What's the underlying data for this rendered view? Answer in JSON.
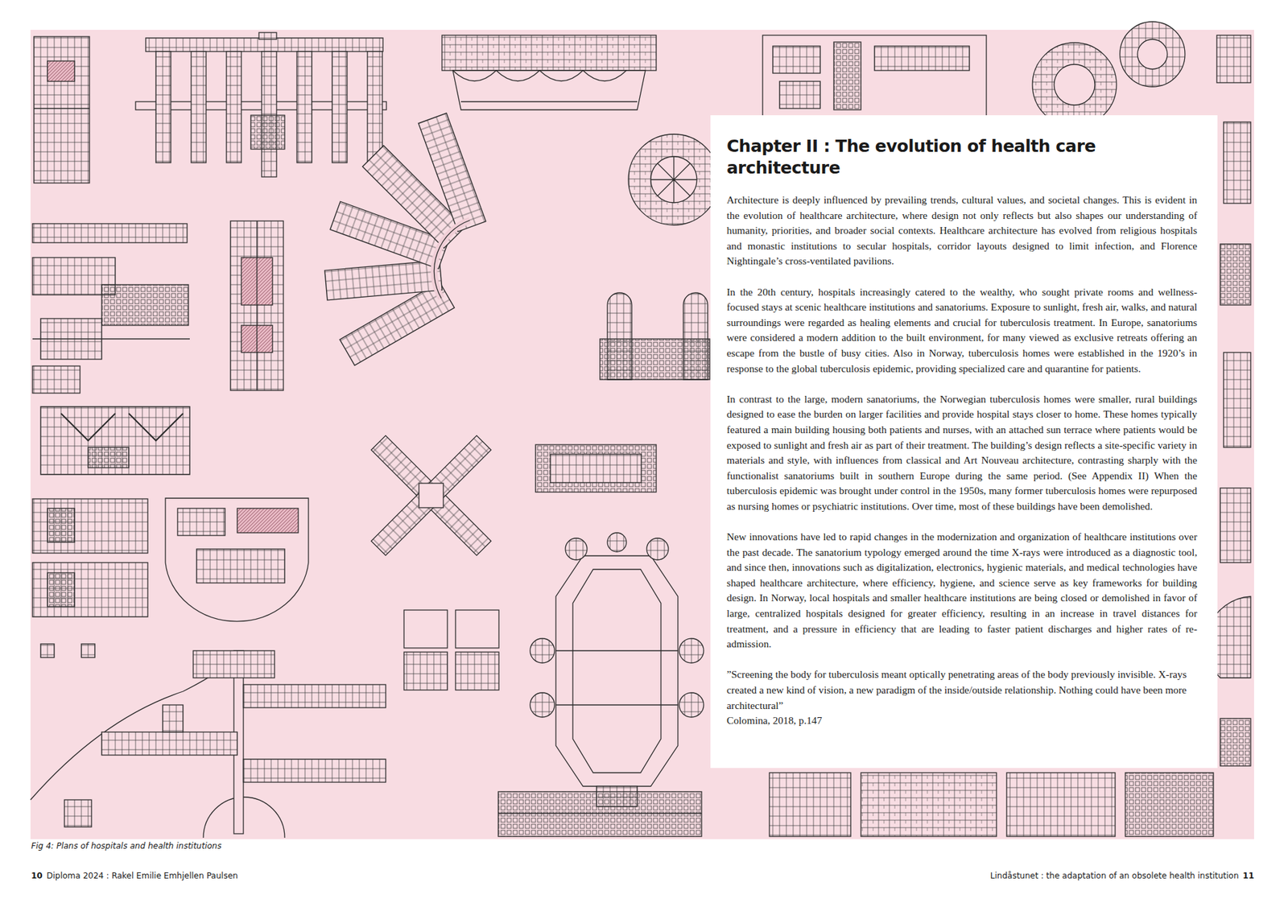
{
  "diagram": {
    "title": "Chapter II : The evolution of health care architecture",
    "caption": "Fig 4: Plans of hospitals and health institutions",
    "nodes": [
      {
        "text": [
          "Architecture is deeply influenced by prevailing trends, cultural values, and societal changes. This is evident in the evolution of healthcare architecture, where design not only reflects but also shapes our understanding of humanity, priorities, and broader social contexts. Healthcare architecture has evolved from religious hospitals and monastic institutions to secular hospitals, corridor layouts designed to limit infection, and Florence Nightingale’s cross-ventilated pavilions.",
          "In the 20th century, hospitals increasingly catered to the wealthy, who sought private rooms and wellness-focused stays at scenic healthcare institutions and sanatoriums. Exposure to sunlight, fresh air, walks, and natural surroundings were regarded as healing elements and crucial for tuberculosis treatment. In Europe, sanatoriums were considered a modern addition to the built environment, for many viewed as exclusive retreats offering an escape from the bustle of busy cities. Also in Norway, tuberculosis homes were established in the 1920’s in response to the global tuberculosis epidemic, providing specialized care and quarantine for patients.",
          "In contrast to the large, modern sanatoriums, the Norwegian tuberculosis homes were smaller, rural buildings designed to ease the burden on larger facilities and provide hospital stays closer to home. These homes typically featured a main building housing both patients and nurses, with an attached sun terrace where patients would be exposed to sunlight and fresh air as part of their treatment. The building’s design reflects a site-specific variety in materials and style, with influences from classical and Art Nouveau architecture, contrasting sharply with the functionalist sanatoriums built in southern Europe during the same period. (See Appendix II) When the tuberculosis epidemic was brought under control in the 1950s, many former tuberculosis homes were repurposed as nursing homes or psychiatric institutions. Over time, most of these buildings have been demolished.",
          "New innovations have led to rapid changes in the modernization and organization of healthcare institutions over the past decade. The sanatorium typology emerged around the time X-rays were introduced as a diagnostic tool, and since then, innovations such as digitalization, electronics, hygienic materials, and medical technologies have shaped healthcare architecture, where efficiency, hygiene, and science serve as key frameworks for building design. In Norway, local hospitals and smaller healthcare institutions are being closed or demolished in favor of large, centralized hospitals designed for greater efficiency, resulting in an increase in travel distances for treatment, and a pressure in efficiency that are leading to faster patient discharges and higher rates of re-admission.",
          "”Screening the body for tuberculosis meant optically penetrating areas of the body previously invisible. X-rays created a new kind of vision, a new paradigm of the inside/outside relationship. Nothing could have been more architectural”",
          "Colomina, 2018, p.147"
        ]
      }
    ],
    "labels": [
      "10",
      "Diploma 2024 : Rakel Emilie Emhjellen Paulsen",
      "Lindåstunet : the adaptation of an obsolete health institution",
      "11"
    ]
  }
}
